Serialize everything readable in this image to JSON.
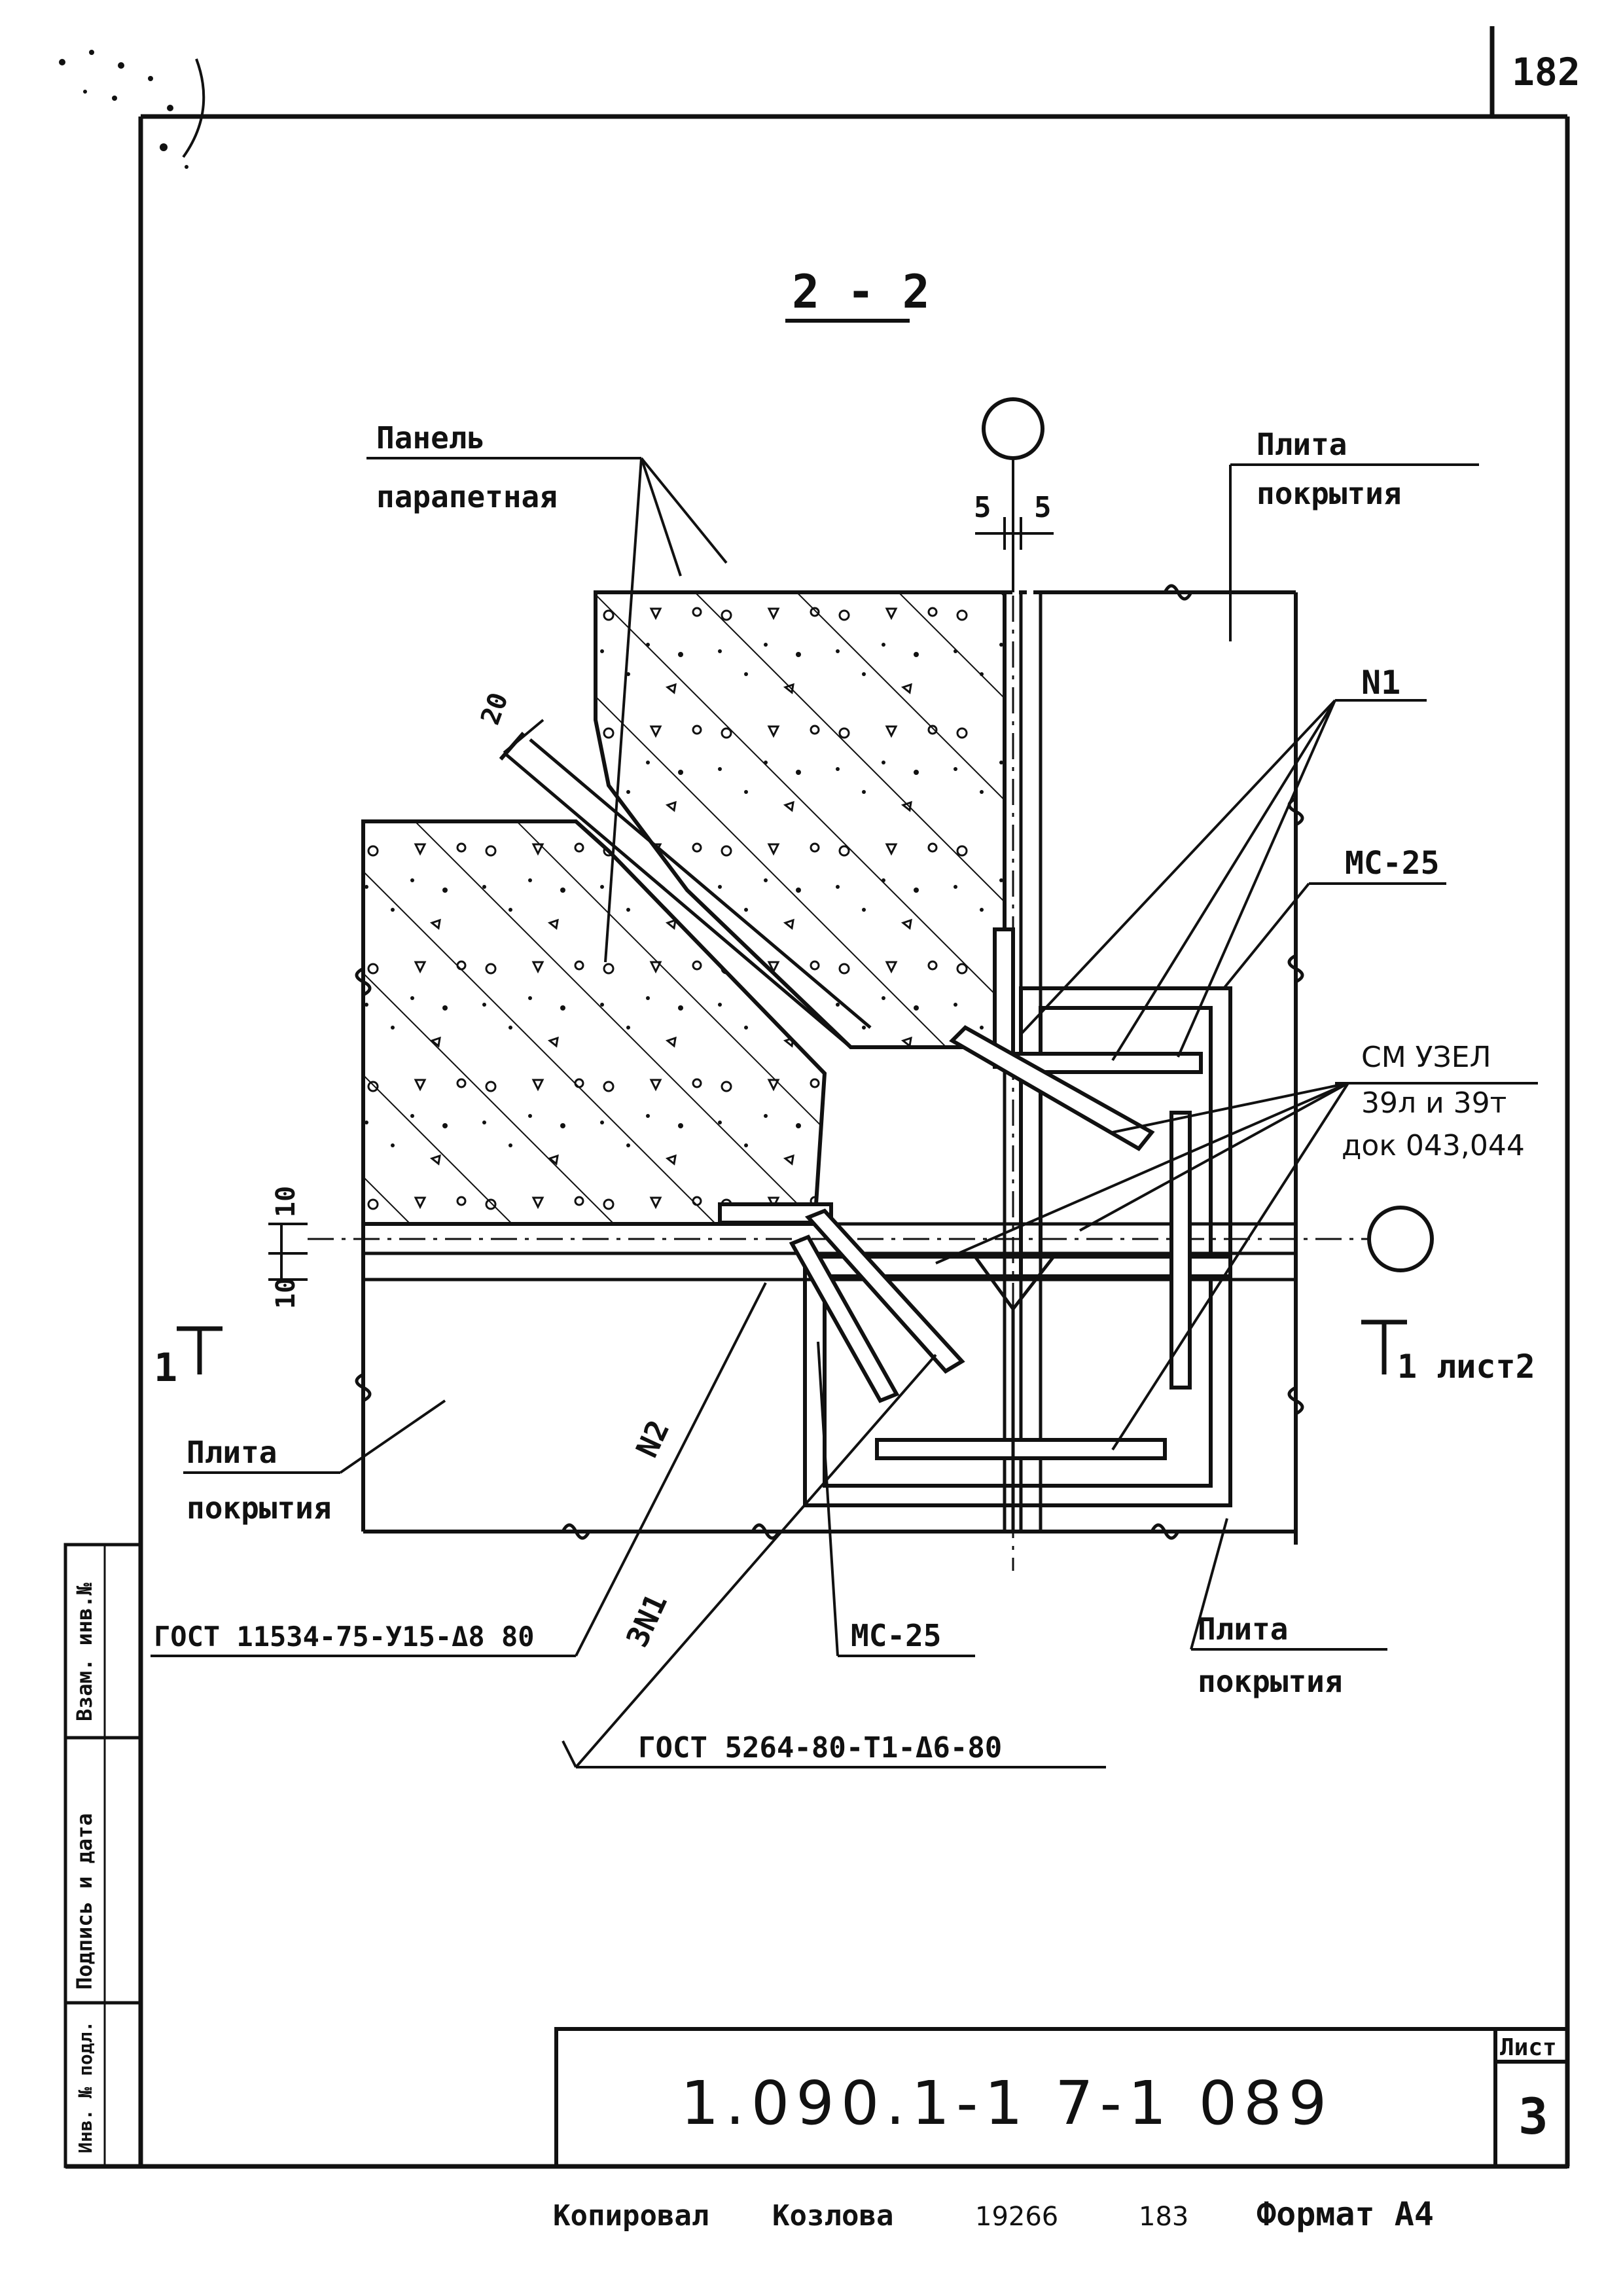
{
  "sheet": {
    "page_number": "182",
    "section_title": "2 - 2",
    "document_code": "1.090.1-1 7-1 089",
    "sheet_label": "Лист",
    "sheet_number": "3",
    "footer": {
      "copied": "Копировал",
      "copier_name": "Козлова",
      "order_number": "19266",
      "page_ref": "183",
      "format": "Формат А4"
    },
    "side_stamp": {
      "inv_replacement": "Взам. инв.№",
      "signature_date": "Подпись и дата",
      "inv_number": "Инв. № подл."
    }
  },
  "labels": {
    "parapet_panel_line1": "Панель",
    "parapet_panel_line2": "парапетная",
    "roof_slab_top_line1": "Плита",
    "roof_slab_top_line2": "покрытия",
    "roof_slab_left_line1": "Плита",
    "roof_slab_left_line2": "покрытия",
    "roof_slab_bottom_line1": "Плита",
    "roof_slab_bottom_line2": "покрытия",
    "n1": "N1",
    "mc25_upper": "МС-25",
    "mc25_lower": "МС-25",
    "see_node_line1": "СМ УЗЕЛ",
    "see_node_line2": "39л и 39т",
    "see_node_line3": "док 043,044",
    "n2": "N2",
    "n3": "3N1",
    "gost_1": "ГОСТ 11534-75-У15-Δ8 80",
    "gost_2": "ГОСТ 5264-80-Т1-Δ6-80",
    "section_mark_left": "1",
    "section_mark_right": "1 лист2",
    "dim_5_left": "5",
    "dim_5_right": "5",
    "dim_20": "20",
    "dim_10_top": "10",
    "dim_10_bottom": "10"
  }
}
